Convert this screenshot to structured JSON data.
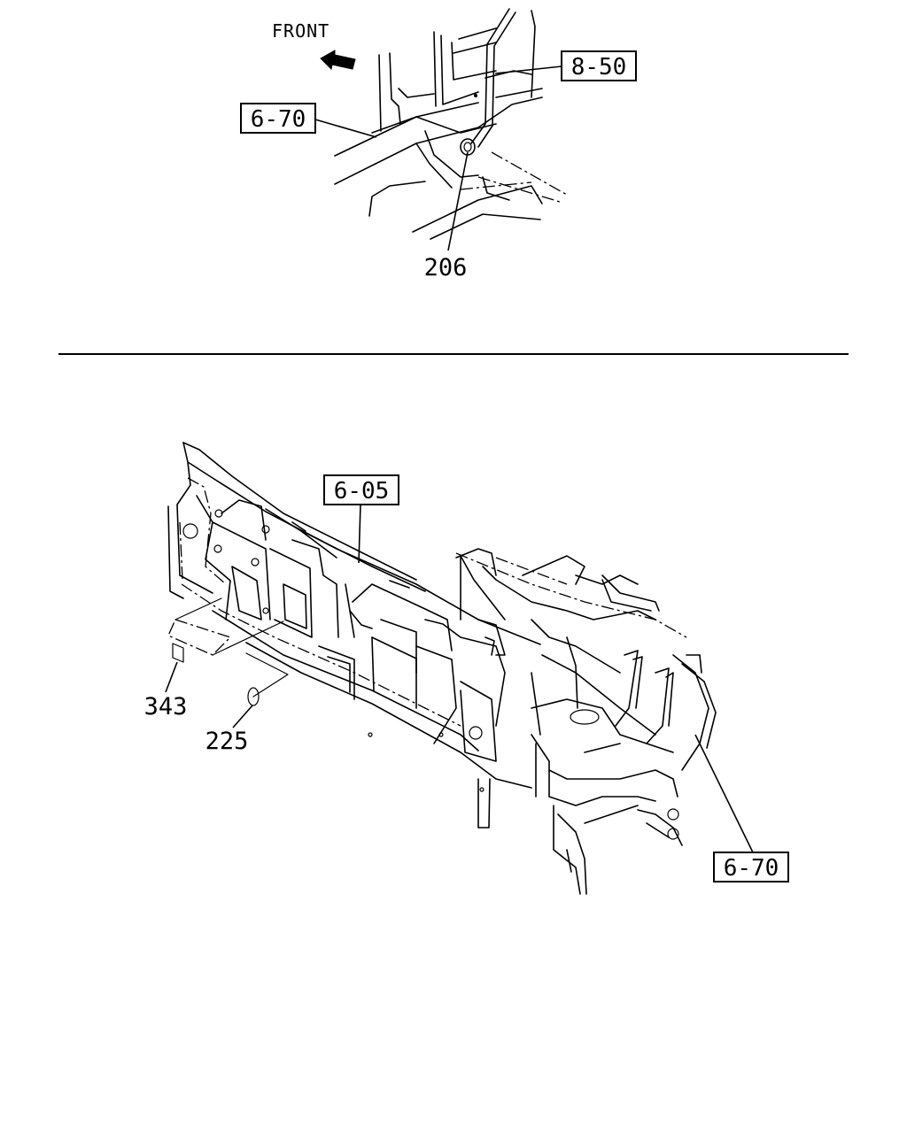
{
  "top_diagram": {
    "direction_label": "FRONT",
    "callouts": {
      "ref_8_50": "8-50",
      "ref_6_70": "6-70",
      "part_206": "206"
    }
  },
  "bottom_diagram": {
    "callouts": {
      "ref_6_05": "6-05",
      "ref_6_70": "6-70",
      "part_343": "343",
      "part_225": "225"
    }
  }
}
